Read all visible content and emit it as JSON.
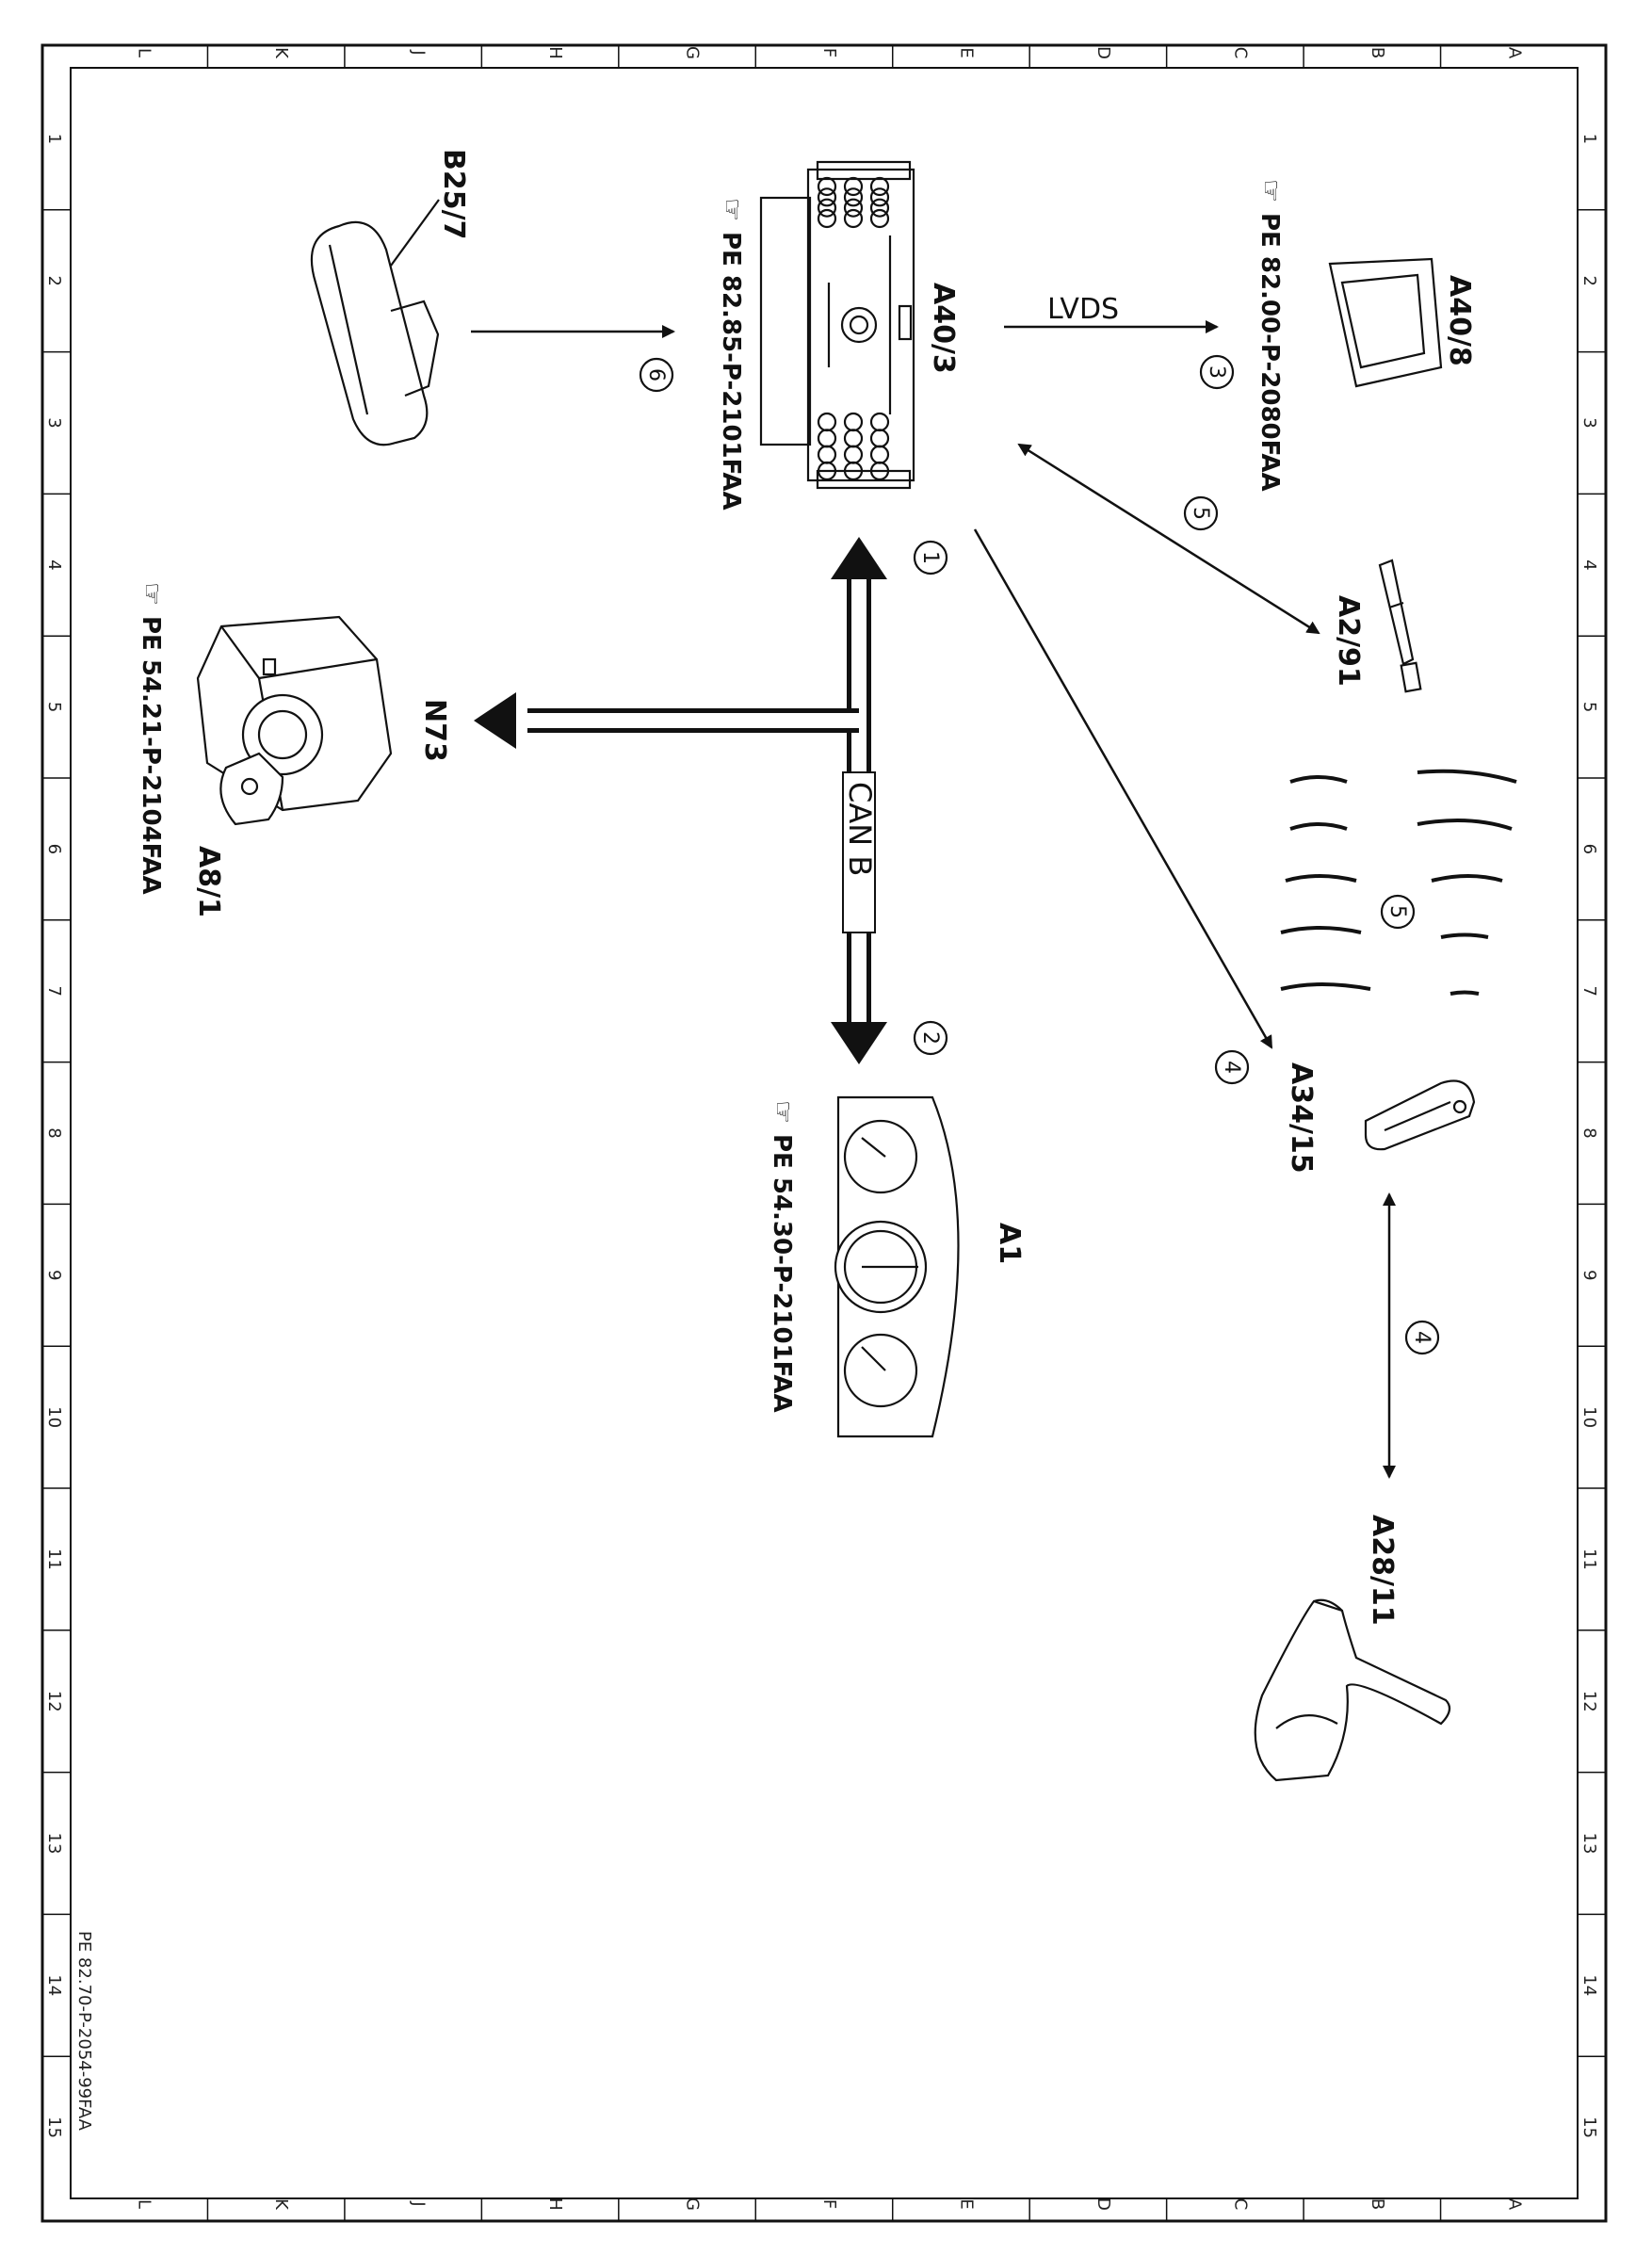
{
  "frame": {
    "columns": [
      "L",
      "K",
      "J",
      "H",
      "G",
      "F",
      "E",
      "D",
      "C",
      "B",
      "A"
    ],
    "rows": [
      "1",
      "2",
      "3",
      "4",
      "5",
      "6",
      "7",
      "8",
      "9",
      "10",
      "11",
      "12",
      "13",
      "14",
      "15"
    ],
    "drawing_number": "PE 82.70-P-2054-99FAA"
  },
  "components": {
    "head_unit": {
      "code": "A40/3",
      "ref": "PE 82.85-P-2101FAA"
    },
    "mirror": {
      "code": "B25/7"
    },
    "display": {
      "code": "A40/8",
      "ref": "PE 82.00-P-2080FAA"
    },
    "antenna": {
      "code": "A2/91"
    },
    "ignition": {
      "code": "N73",
      "ref": "PE 54.21-P-2104FAA",
      "key": "A8/1"
    },
    "cluster": {
      "code": "A1",
      "ref": "PE 54.30-P-2101FAA"
    },
    "remote": {
      "code": "A34/15"
    },
    "gear": {
      "code": "A28/11"
    }
  },
  "connections": {
    "lvds": "LVDS",
    "canb": "CAN B",
    "n1": "1",
    "n2": "2",
    "n3": "3",
    "n4a": "4",
    "n4b": "4",
    "n5a": "5",
    "n5b": "5",
    "n6": "6"
  },
  "icons": {
    "reference": "hand-pointing-icon"
  }
}
